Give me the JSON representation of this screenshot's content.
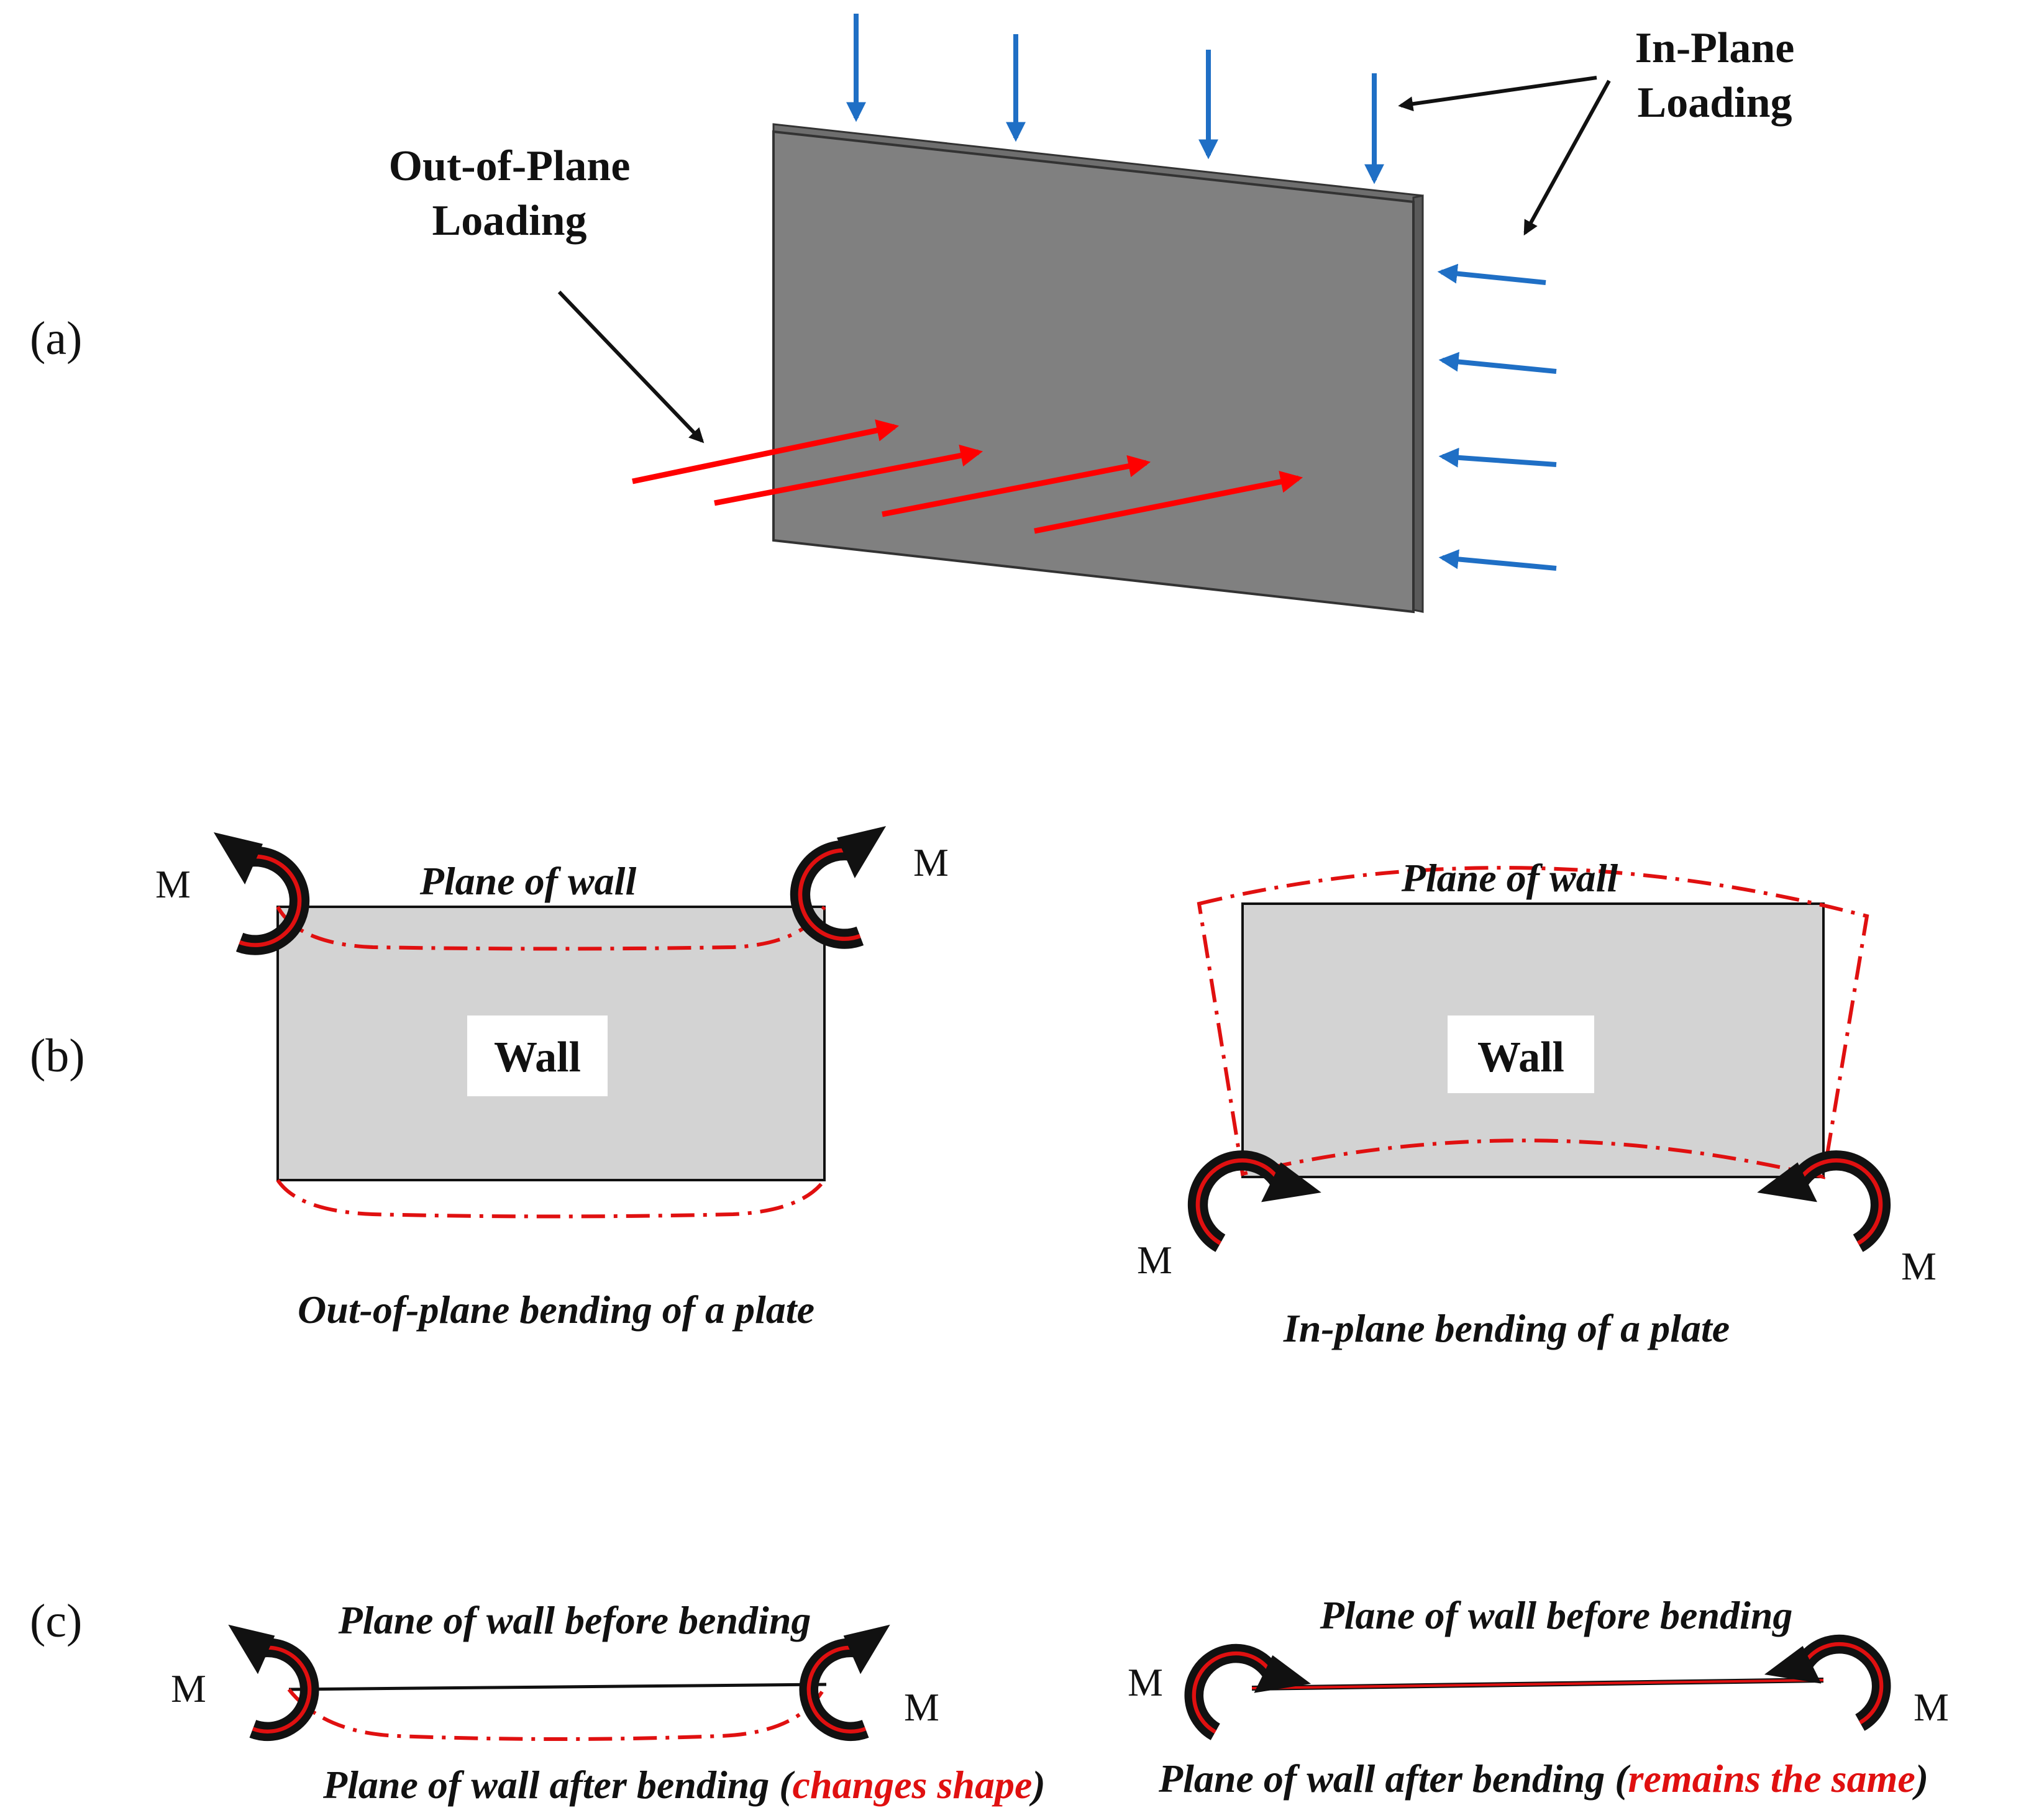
{
  "panels": {
    "a": {
      "label": "(a)",
      "out_of_plane_label": [
        "Out-of-Plane",
        "Loading"
      ],
      "in_plane_label": [
        "In-Plane",
        "Loading"
      ]
    },
    "b": {
      "label": "(b)",
      "left": {
        "plane_label": "Plane of wall",
        "wall_label": "Wall",
        "moment_left": "M",
        "moment_right": "M",
        "caption": "Out-of-plane bending of a plate"
      },
      "right": {
        "plane_label": "Plane of wall",
        "wall_label": "Wall",
        "moment_left": "M",
        "moment_right": "M",
        "caption": "In-plane bending of a plate"
      }
    },
    "c": {
      "label": "(c)",
      "left": {
        "before_label": "Plane of wall before bending",
        "after_label": "Plane of wall after bending (",
        "after_highlight": "changes shape",
        "after_close": ")",
        "moment_left": "M",
        "moment_right": "M"
      },
      "right": {
        "before_label": "Plane of wall before bending",
        "after_label": "Plane of wall after bending (",
        "after_highlight": "remains the same",
        "after_close": ")",
        "moment_left": "M",
        "moment_right": "M"
      }
    }
  },
  "colors": {
    "wall_dark": "#808080",
    "wall_light": "#d3d3d3",
    "out_of_plane_arrows": "#ff0000",
    "in_plane_arrows": "#1f6fc5",
    "deformed_shape": "#e01010",
    "moment_arrow": "#111111"
  },
  "icons": {
    "moment": "curved-moment-arrow-icon",
    "load": "straight-arrow-icon"
  }
}
